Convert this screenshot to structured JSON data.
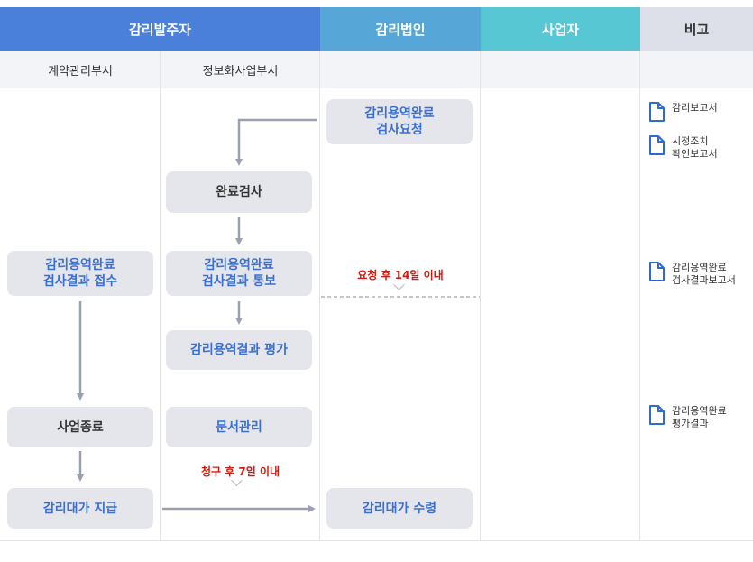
{
  "header": {
    "orderer": "감리발주자",
    "firm": "감리법인",
    "operator": "사업자",
    "remarks": "비고"
  },
  "subheader": {
    "contract_dept": "계약관리부서",
    "info_dept": "정보화사업부서"
  },
  "boxes": {
    "request": "감리용역완료\n검사요청",
    "inspection": "완료검사",
    "notify": "감리용역완료\n검사결과 통보",
    "receive": "감리용역완료\n검사결과 접수",
    "evaluate": "감리용역결과 평가",
    "close": "사업종료",
    "docs": "문서관리",
    "pay": "감리대가 지급",
    "receipt": "감리대가 수령"
  },
  "notes": {
    "within_14": "요청 후 14일 이내",
    "within_7": "청구 후 7일 이내"
  },
  "documents": [
    "감리보고서",
    "시정조치\n확인보고서",
    "감리용역완료\n검사결과보고서",
    "감리용역완료\n평가결과"
  ],
  "colors": {
    "orderer": "#4a80d9",
    "firm": "#56a6d8",
    "operator": "#57c7d4",
    "remarks": "#dde0e8",
    "blue_text": "#3b6fd1",
    "red_text": "#d6190f",
    "box": "#e4e6ec",
    "connector": "#9aa0b0",
    "doc_icon": "#2d6bd0"
  }
}
